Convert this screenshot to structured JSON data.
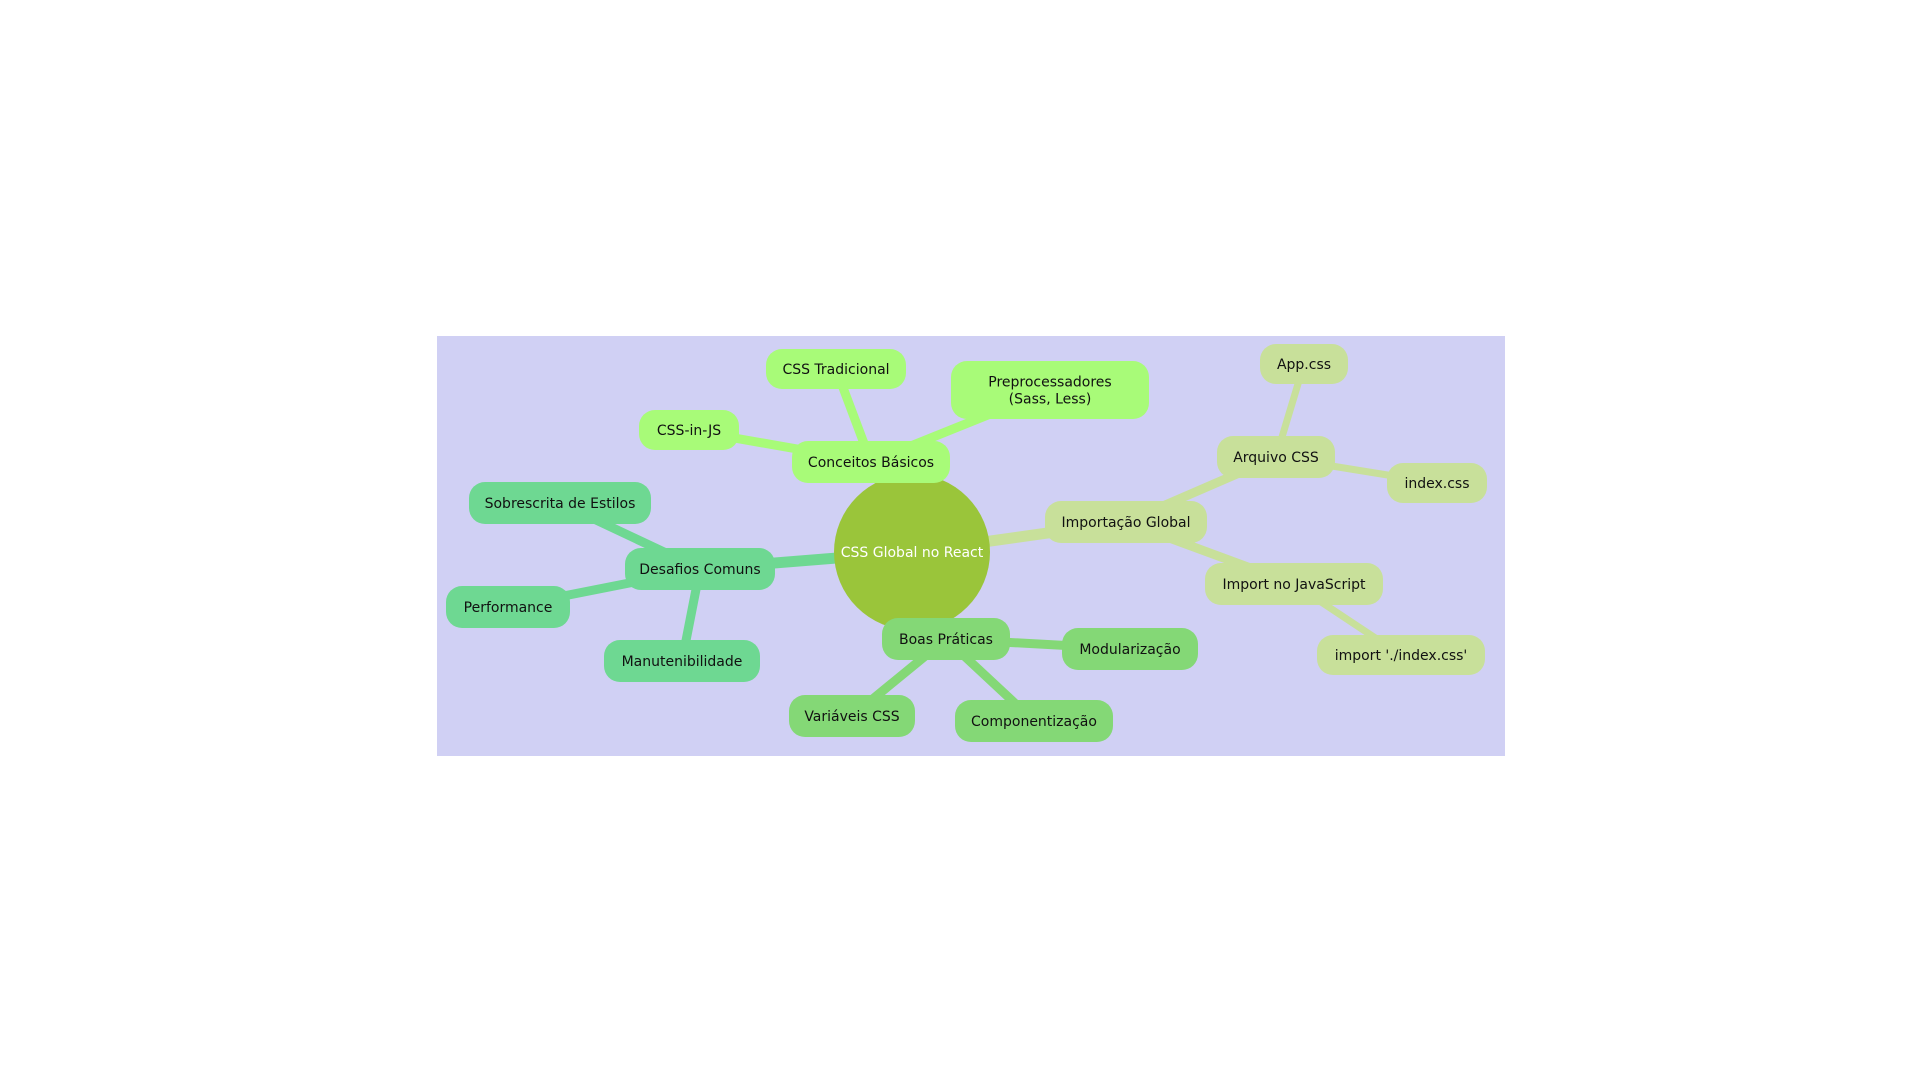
{
  "mindmap": {
    "background": "#d0d0f4",
    "root": {
      "id": "root",
      "label": "CSS Global no React",
      "color": "#9ac53a"
    },
    "branches": [
      {
        "id": "conceitos",
        "label": "Conceitos Básicos",
        "color": "#a8fb78",
        "children": [
          {
            "id": "css-tradicional",
            "label": "CSS Tradicional"
          },
          {
            "id": "css-in-js",
            "label": "CSS-in-JS"
          },
          {
            "id": "preprocessadores",
            "label": "Preprocessadores (Sass, Less)"
          }
        ]
      },
      {
        "id": "importacao",
        "label": "Importação Global",
        "color": "#c8e09a",
        "children": [
          {
            "id": "arquivo-css",
            "label": "Arquivo CSS",
            "children": [
              {
                "id": "app-css",
                "label": "App.css"
              },
              {
                "id": "index-css",
                "label": "index.css"
              }
            ]
          },
          {
            "id": "import-js",
            "label": "Import no JavaScript",
            "children": [
              {
                "id": "import-stmt",
                "label": "import './index.css'"
              }
            ]
          }
        ]
      },
      {
        "id": "desafios",
        "label": "Desafios Comuns",
        "color": "#6ed892",
        "children": [
          {
            "id": "sobrescrita",
            "label": "Sobrescrita de Estilos"
          },
          {
            "id": "performance",
            "label": "Performance"
          },
          {
            "id": "manutenibilidade",
            "label": "Manutenibilidade"
          }
        ]
      },
      {
        "id": "boas-praticas",
        "label": "Boas Práticas",
        "color": "#84d876",
        "children": [
          {
            "id": "modularizacao",
            "label": "Modularização"
          },
          {
            "id": "variaveis",
            "label": "Variáveis CSS"
          },
          {
            "id": "componentizacao",
            "label": "Componentização"
          }
        ]
      }
    ]
  }
}
